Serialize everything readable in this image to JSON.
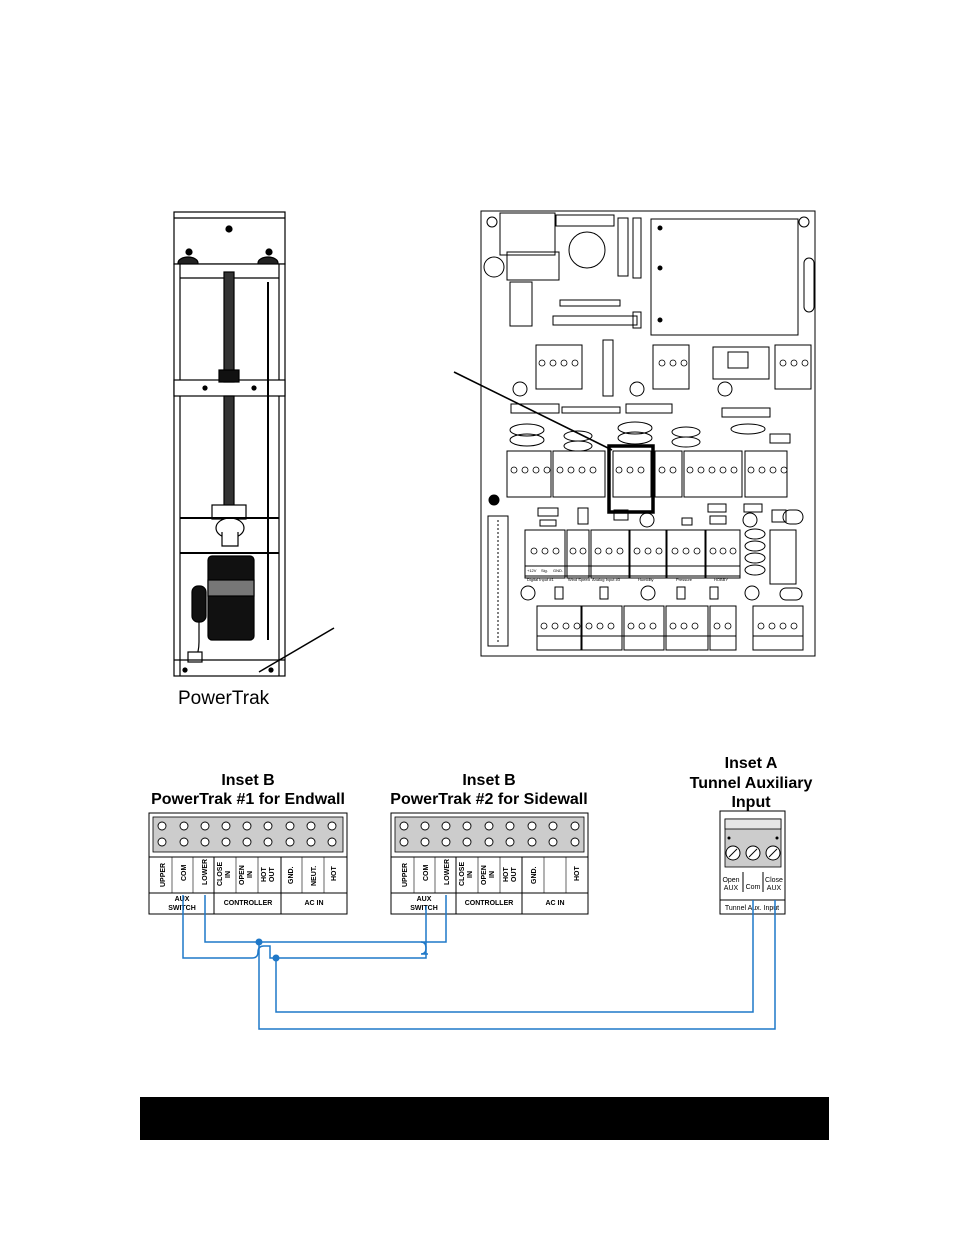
{
  "powertrak_label": "PowerTrak",
  "inset_b1": {
    "title_line1": "Inset B",
    "title_line2": "PowerTrak #1 for Endwall"
  },
  "inset_b2": {
    "title_line1": "Inset B",
    "title_line2": "PowerTrak #2 for Sidewall"
  },
  "inset_a": {
    "title_line1": "Inset A",
    "title_line2": "Tunnel Auxiliary",
    "title_line3": "Input",
    "open_label_1": "Open",
    "open_label_2": "AUX",
    "com_label": "Com",
    "close_label_1": "Close",
    "close_label_2": "AUX",
    "footer": "Tunnel Aux. Input"
  },
  "terminal_labels": {
    "upper": "UPPER",
    "com": "COM",
    "lower": "LOWER",
    "close_in_1": "CLOSE",
    "close_in_2": "IN",
    "open_in_1": "OPEN",
    "open_in_2": "IN",
    "hot_out_1": "HOT",
    "hot_out_2": "OUT",
    "gnd": "GND.",
    "neut": "NEUT.",
    "hot": "HOT"
  },
  "group_labels": {
    "aux_switch_1": "AUX",
    "aux_switch_2": "SWITCH",
    "controller": "CONTROLLER",
    "ac_in": "AC IN"
  },
  "board_labels": {
    "digital_input": "Digital Input #1",
    "wind_speed": "Wind Speed",
    "analog_input": "Analog Input #3",
    "humidity": "Humidity",
    "pressure": "Pressure",
    "hobby": "HOBBY",
    "v12": "+12V",
    "sig": "Sig.",
    "gnd": "GND."
  },
  "colors": {
    "wire": "#1f78c8",
    "line": "#000000",
    "footer_bar": "#000000",
    "terminal_fill": "#cccccc",
    "motor_dark": "#111111",
    "motor_band": "#777777"
  }
}
